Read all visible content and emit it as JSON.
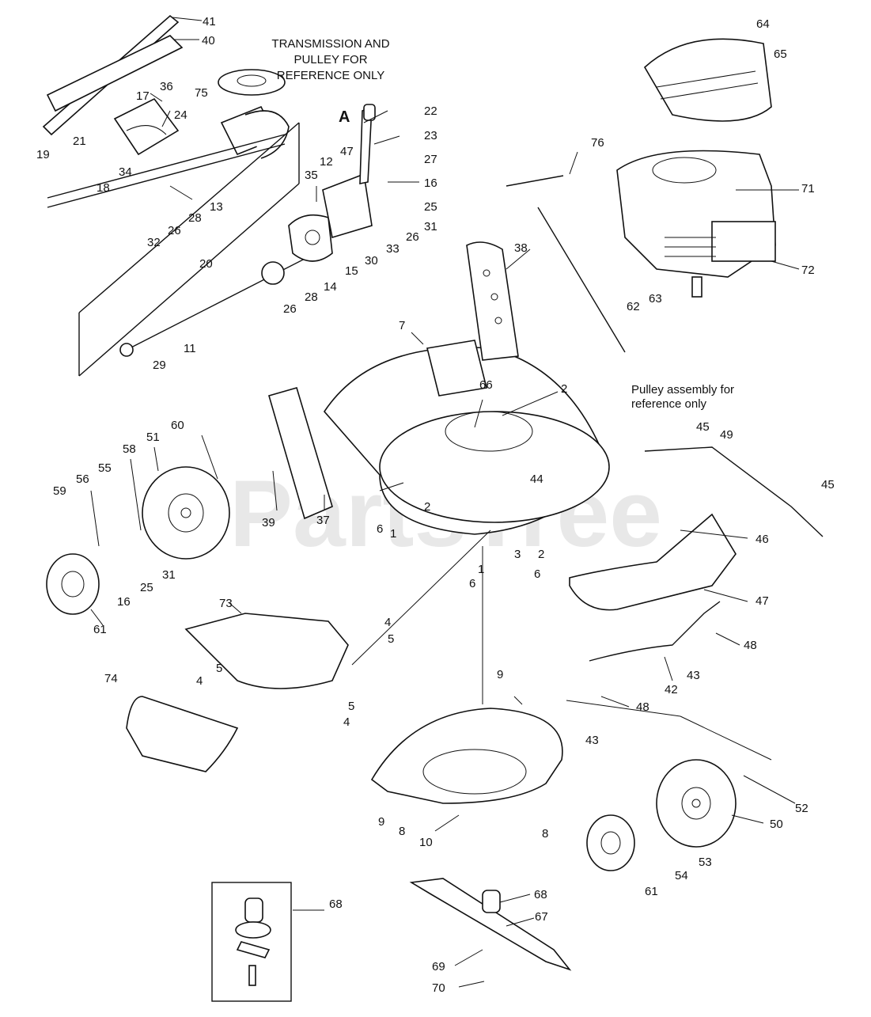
{
  "notes": {
    "transmission": [
      "TRANSMISSION AND",
      "PULLEY FOR",
      "REFERENCE ONLY"
    ],
    "pulley": [
      "Pulley assembly for",
      "reference only"
    ],
    "marker_a": "A"
  },
  "watermark": "PartsTree",
  "callouts": [
    "41",
    "40",
    "17",
    "36",
    "24",
    "75",
    "21",
    "19",
    "34",
    "18",
    "13",
    "28",
    "26",
    "32",
    "22",
    "23",
    "47",
    "27",
    "12",
    "16",
    "35",
    "25",
    "31",
    "33",
    "30",
    "26",
    "15",
    "14",
    "28",
    "26",
    "20",
    "11",
    "29",
    "76",
    "64",
    "65",
    "71",
    "72",
    "62",
    "63",
    "38",
    "7",
    "2",
    "66",
    "45",
    "49",
    "45",
    "44",
    "46",
    "47",
    "48",
    "43",
    "42",
    "48",
    "43",
    "60",
    "51",
    "58",
    "56",
    "55",
    "59",
    "39",
    "37",
    "6",
    "1",
    "2",
    "3",
    "6",
    "2",
    "1",
    "6",
    "31",
    "25",
    "16",
    "61",
    "73",
    "4",
    "5",
    "4",
    "5",
    "5",
    "4",
    "74",
    "9",
    "9",
    "8",
    "10",
    "8",
    "52",
    "50",
    "53",
    "54",
    "61",
    "68",
    "68",
    "67",
    "69",
    "70"
  ]
}
